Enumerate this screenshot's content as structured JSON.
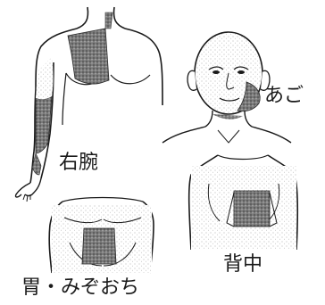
{
  "figures": [
    {
      "id": "arm",
      "label": "右腕"
    },
    {
      "id": "jaw",
      "label": "あご"
    },
    {
      "id": "stomach",
      "label": "胃・みぞおち"
    },
    {
      "id": "back",
      "label": "背中"
    }
  ],
  "colors": {
    "line": "#1a1a1a",
    "shade_fill": "#6b6b6b",
    "shade_light": "#d8d8d8",
    "background": "#ffffff"
  }
}
